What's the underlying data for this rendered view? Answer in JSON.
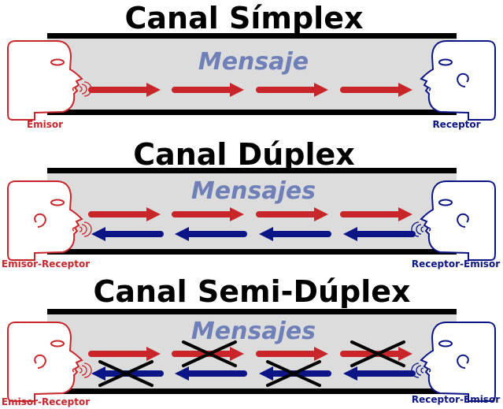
{
  "colors": {
    "red": "#c8262b",
    "blue": "#0b1585",
    "message_text": "#6f7fb8",
    "tube": "#dcdcdc",
    "cross": "#000000"
  },
  "channels": [
    {
      "title": "Canal Símplex",
      "message": "Mensaje",
      "left_label": "Emisor",
      "right_label": "Receptor",
      "right_arrows": 4,
      "left_arrows": 0,
      "left_speaks": true,
      "right_speaks": false,
      "crossed_right": [],
      "crossed_left": []
    },
    {
      "title": "Canal Dúplex",
      "message": "Mensajes",
      "left_label": "Emisor-Receptor",
      "right_label": "Receptor-Emisor",
      "right_arrows": 4,
      "left_arrows": 4,
      "left_speaks": true,
      "right_speaks": true,
      "crossed_right": [],
      "crossed_left": []
    },
    {
      "title": "Canal Semi-Dúplex",
      "message": "Mensajes",
      "left_label": "Emisor-Receptor",
      "right_label": "Receptor-Emisor",
      "right_arrows": 4,
      "left_arrows": 4,
      "left_speaks": true,
      "right_speaks": true,
      "crossed_right": [
        1,
        3
      ],
      "crossed_left": [
        0,
        2
      ]
    }
  ]
}
